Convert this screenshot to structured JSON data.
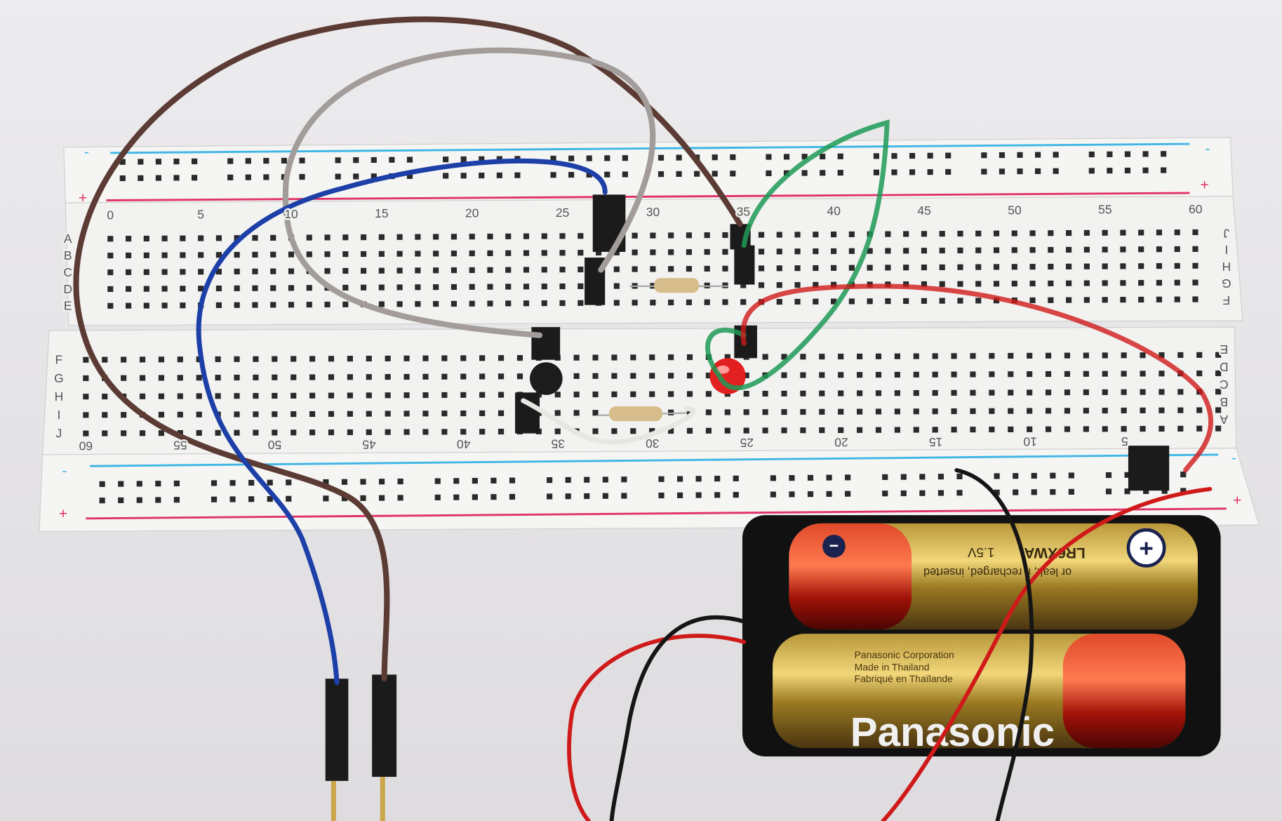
{
  "breadboard": {
    "top_numbers": [
      "0",
      "5",
      "10",
      "15",
      "20",
      "25",
      "30",
      "35",
      "40",
      "45",
      "50",
      "55",
      "60"
    ],
    "bottom_numbers": [
      "60",
      "55",
      "50",
      "45",
      "40",
      "35",
      "30",
      "25",
      "20",
      "15",
      "10",
      "5"
    ],
    "left_letters_top": [
      "A",
      "B",
      "C",
      "D",
      "E"
    ],
    "left_letters_bottom": [
      "F",
      "G",
      "H",
      "I",
      "J"
    ],
    "right_letters_top": [
      "J",
      "I",
      "H",
      "G",
      "F"
    ],
    "right_letters_bottom": [
      "E",
      "D",
      "C",
      "B",
      "A"
    ],
    "rail_minus": "-",
    "rail_plus": "+",
    "colors": {
      "board": "#f4f4f2",
      "rail_blue": "#3fb6e6",
      "rail_red": "#e0336a",
      "hole": "#2a2a2a"
    }
  },
  "battery": {
    "brand": "Panasonic",
    "model": "LR6XWA",
    "voltage": "1.5V",
    "caution": "or leak, if recharged, inserted",
    "maker": "Panasonic Corporation",
    "origin": "Made in Thailand",
    "origin_fr": "Fabriqué en Thaïlande",
    "minus_symbol": "−",
    "plus_symbol": "+"
  },
  "wires": {
    "brown": "#5b3b33",
    "gray": "#a29c9a",
    "blue": "#1c3fa8",
    "green": "#1f9a56",
    "red": "#d01a1a",
    "black": "#151515",
    "white": "#e8e6e2"
  }
}
